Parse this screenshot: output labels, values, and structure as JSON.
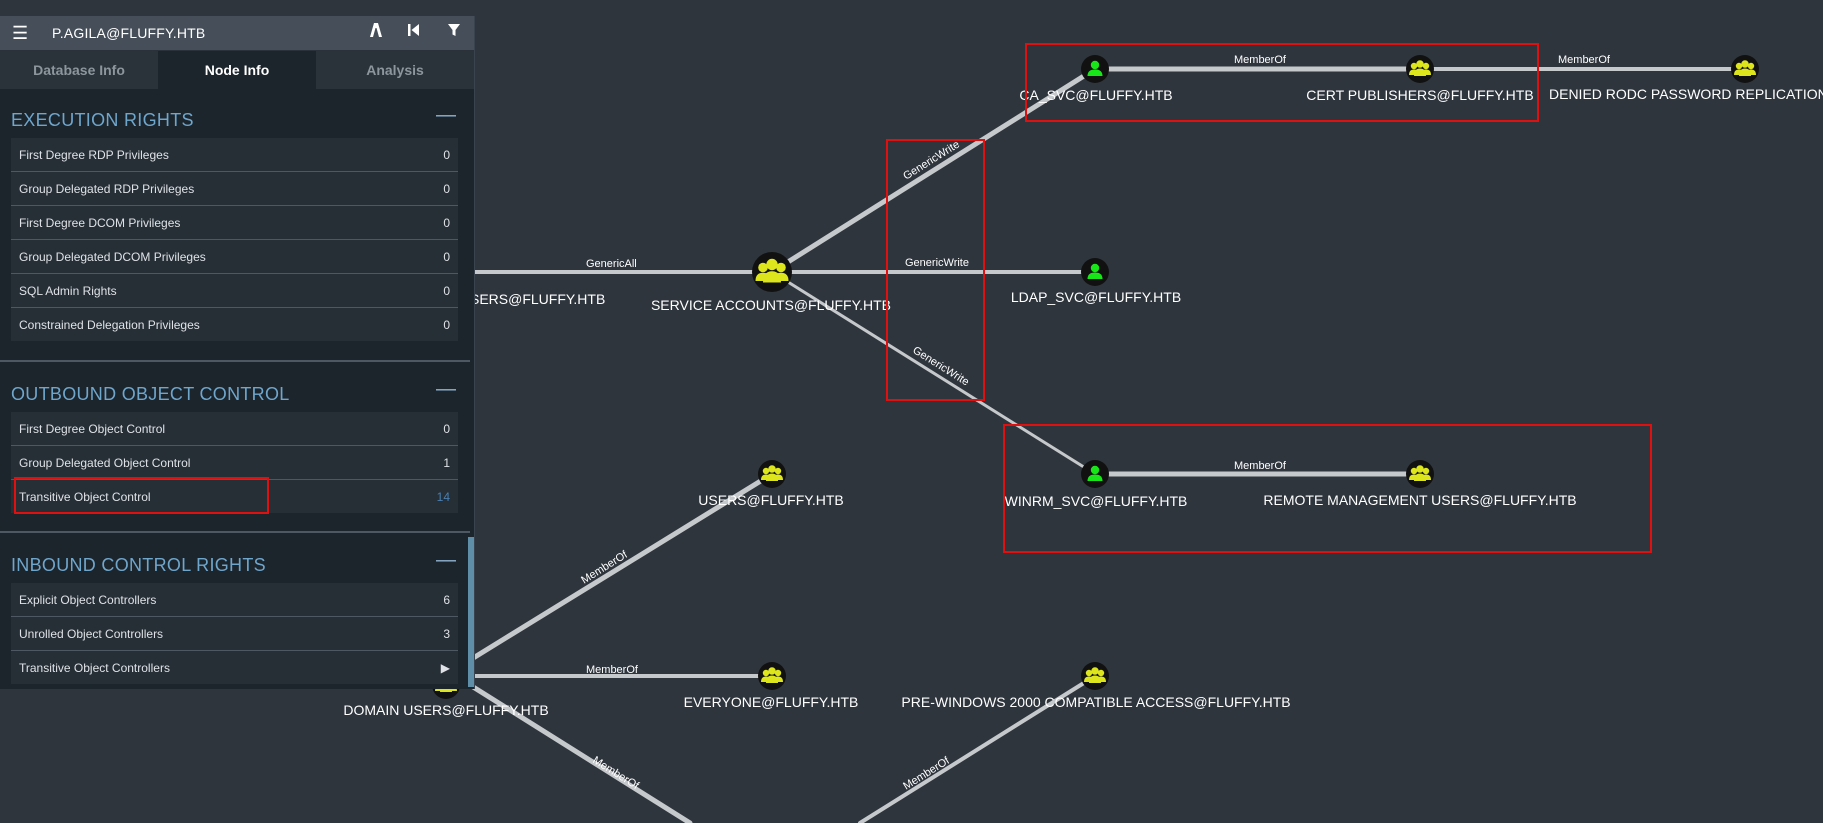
{
  "header": {
    "title": "P.AGILA@FLUFFY.HTB",
    "menu_icon": "hamburger-menu-icon",
    "icons": [
      "pathfinding-icon",
      "back-icon",
      "filter-icon"
    ]
  },
  "tabs": [
    {
      "label": "Database Info",
      "active": false
    },
    {
      "label": "Node Info",
      "active": true
    },
    {
      "label": "Analysis",
      "active": false
    }
  ],
  "sections": {
    "execution": {
      "title": "EXECUTION RIGHTS",
      "collapse": "—",
      "rows": [
        {
          "label": "First Degree RDP Privileges",
          "value": "0"
        },
        {
          "label": "Group Delegated RDP Privileges",
          "value": "0"
        },
        {
          "label": "First Degree DCOM Privileges",
          "value": "0"
        },
        {
          "label": "Group Delegated DCOM Privileges",
          "value": "0"
        },
        {
          "label": "SQL Admin Rights",
          "value": "0"
        },
        {
          "label": "Constrained Delegation Privileges",
          "value": "0"
        }
      ]
    },
    "outbound": {
      "title": "OUTBOUND OBJECT CONTROL",
      "collapse": "—",
      "rows": [
        {
          "label": "First Degree Object Control",
          "value": "0"
        },
        {
          "label": "Group Delegated Object Control",
          "value": "1"
        },
        {
          "label": "Transitive Object Control",
          "value": "14"
        }
      ]
    },
    "inbound": {
      "title": "INBOUND CONTROL RIGHTS",
      "collapse": "—",
      "rows": [
        {
          "label": "Explicit Object Controllers",
          "value": "6"
        },
        {
          "label": "Unrolled Object Controllers",
          "value": "3"
        },
        {
          "label": "Transitive Object Controllers",
          "value": "▶"
        }
      ]
    }
  },
  "graph": {
    "nodes": {
      "ca_svc": "CA_SVC@FLUFFY.HTB",
      "cert_publishers": "CERT PUBLISHERS@FLUFFY.HTB",
      "denied_rodc": "DENIED RODC PASSWORD REPLICATION GR",
      "service_accounts": "SERVICE ACCOUNTS@FLUFFY.HTB",
      "ldap_svc": "LDAP_SVC@FLUFFY.HTB",
      "users_partial": "SERS@FLUFFY.HTB",
      "winrm_svc": "WINRM_SVC@FLUFFY.HTB",
      "remote_mgmt": "REMOTE MANAGEMENT USERS@FLUFFY.HTB",
      "users": "USERS@FLUFFY.HTB",
      "domain_users": "DOMAIN USERS@FLUFFY.HTB",
      "everyone": "EVERYONE@FLUFFY.HTB",
      "pre_win2000": "PRE-WINDOWS 2000 COMPATIBLE ACCESS@FLUFFY.HTB"
    },
    "edges": {
      "memberof": "MemberOf",
      "genericall": "GenericAll",
      "genericwrite": "GenericWrite"
    }
  },
  "colors": {
    "background": "#2e353d",
    "user_node": "#19e619",
    "group_node": "#dde51c",
    "highlight": "#e01010",
    "section_title": "#6fa6cc"
  }
}
